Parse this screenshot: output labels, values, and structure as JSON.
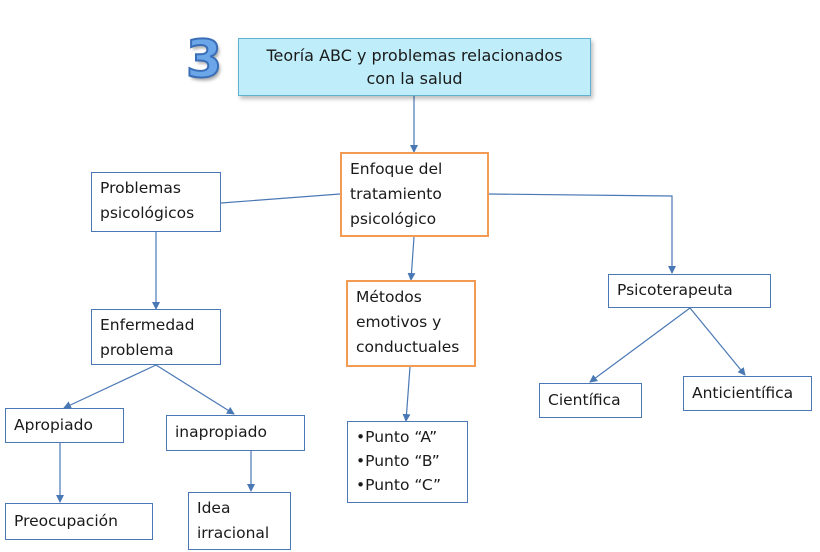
{
  "number": "3",
  "title": {
    "line1": "Teoría ABC y problemas relacionados",
    "line2": "con la salud"
  },
  "enfoque": {
    "line1": "Enfoque del",
    "line2": "tratamiento",
    "line3": "psicológico"
  },
  "problemas": {
    "line1": "Problemas",
    "line2": "psicológicos"
  },
  "metodos": {
    "line1": "Métodos",
    "line2": "emotivos y",
    "line3": "conductuales"
  },
  "psicoterapeuta": {
    "label": "Psicoterapeuta"
  },
  "enfermedad": {
    "line1": "Enfermedad",
    "line2": "problema"
  },
  "apropiado": {
    "label": "Apropiado"
  },
  "inapropiado": {
    "label": "inapropiado"
  },
  "puntos": {
    "line1": "•Punto “A”",
    "line2": "•Punto “B”",
    "line3": "•Punto “C”"
  },
  "cientifica": {
    "label": "Científica"
  },
  "anticientifica": {
    "label": "Anticientífica"
  },
  "preocupacion": {
    "label": "Preocupación"
  },
  "idea": {
    "line1": "Idea",
    "line2": "irracional"
  },
  "colors": {
    "connector": "#4a78b5",
    "title_fill": "#bfeefa",
    "highlight_border": "#f39b53"
  }
}
